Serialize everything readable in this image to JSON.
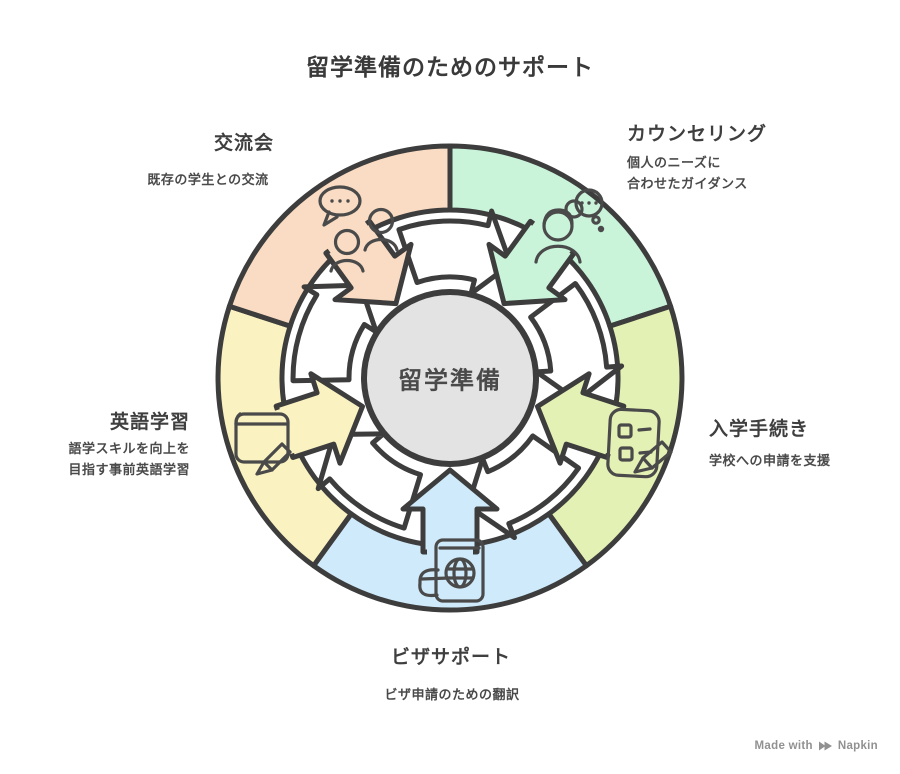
{
  "title": "留学準備のためのサポート",
  "center": {
    "label": "留学準備",
    "fill": "#e3e3e3"
  },
  "colors": {
    "stroke": "#3d3d3d",
    "icon_stroke": "#4a4a4a",
    "cycle_arrow_fill": "#ffffff",
    "text": "#474747",
    "watermark": "#919191"
  },
  "sections": [
    {
      "id": "counseling",
      "title": "カウンセリング",
      "subtitle": "個人のニーズに\n合わせたガイダンス",
      "color": "#c9f4da",
      "icon": "person-thought-icon"
    },
    {
      "id": "enrollment",
      "title": "入学手続き",
      "subtitle": "学校への申請を支援",
      "color": "#e4f1b4",
      "icon": "checklist-pencil-icon"
    },
    {
      "id": "visa",
      "title": "ビザサポート",
      "subtitle": "ビザ申請のための翻訳",
      "color": "#cfeafa",
      "icon": "passport-hand-icon"
    },
    {
      "id": "english",
      "title": "英語学習",
      "subtitle": "語学スキルを向上を\n目指す事前英語学習",
      "color": "#faf2c0",
      "icon": "book-pencil-icon"
    },
    {
      "id": "exchange",
      "title": "交流会",
      "subtitle": "既存の学生との交流",
      "color": "#f9dcc3",
      "icon": "people-chat-icon"
    }
  ],
  "watermark": {
    "prefix": "Made with",
    "brand": "Napkin"
  }
}
